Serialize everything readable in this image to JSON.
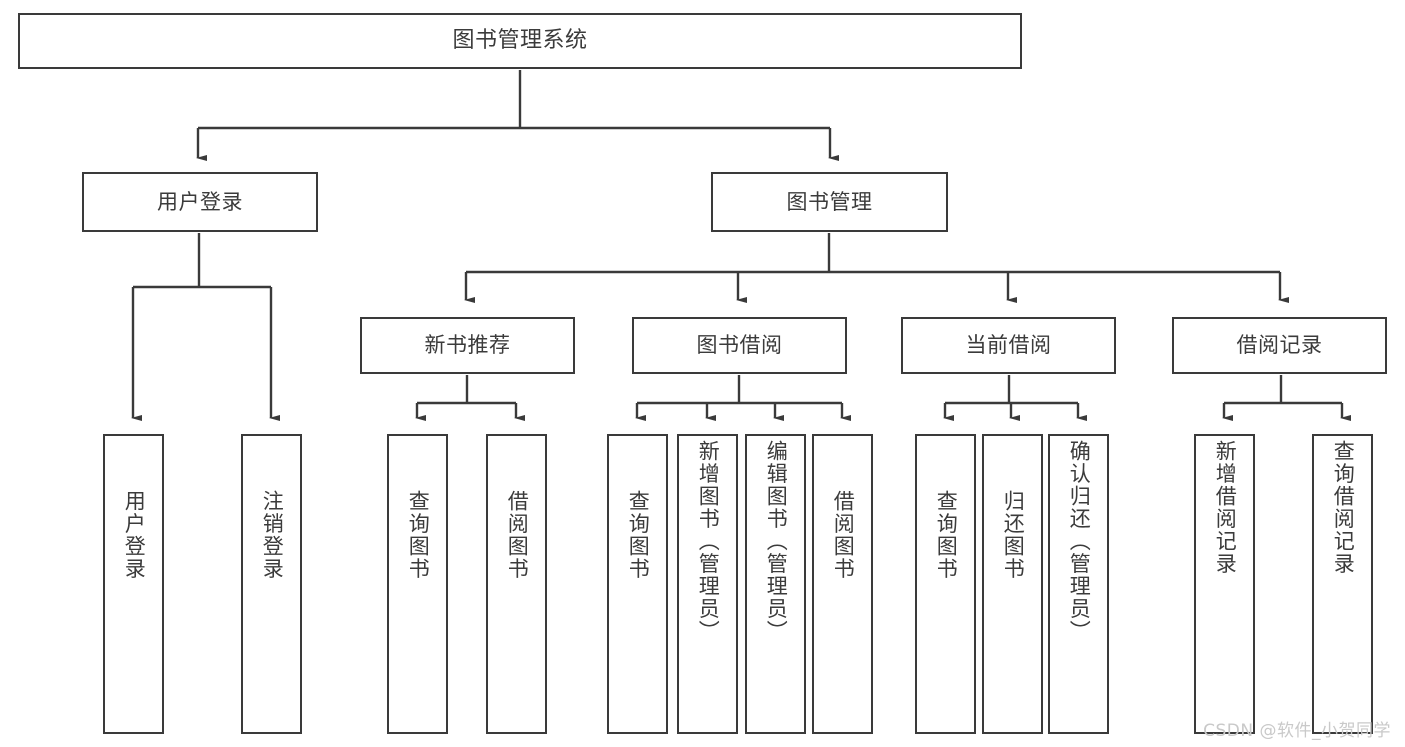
{
  "diagram": {
    "title": "图书管理系统",
    "type": "function-structure-tree",
    "colors": {
      "background": "#ffffff",
      "node_border": "#3a3a3a",
      "node_fill": "#ffffff",
      "text": "#3b3b3b",
      "edge": "#3a3a3a",
      "watermark": "#c9c9c9"
    },
    "watermark": "CSDN @软件_小贺同学",
    "nodes": {
      "root": {
        "label": "图书管理系统"
      },
      "level1": [
        {
          "id": "user-login",
          "label": "用户登录"
        },
        {
          "id": "book-manage",
          "label": "图书管理"
        }
      ],
      "level2": [
        {
          "id": "new-book-recommend",
          "label": "新书推荐"
        },
        {
          "id": "book-borrow",
          "label": "图书借阅"
        },
        {
          "id": "current-borrow",
          "label": "当前借阅"
        },
        {
          "id": "borrow-record",
          "label": "借阅记录"
        }
      ],
      "leaves": {
        "user_login": [
          {
            "id": "leaf-user-login",
            "label": "用户登录"
          },
          {
            "id": "leaf-logout-login",
            "label": "注销登录"
          }
        ],
        "new_book_recommend": [
          {
            "id": "leaf-query-book-1",
            "label": "查询图书"
          },
          {
            "id": "leaf-borrow-book-1",
            "label": "借阅图书"
          }
        ],
        "book_borrow": [
          {
            "id": "leaf-query-book-2",
            "label": "查询图书"
          },
          {
            "id": "leaf-add-book",
            "label": "新增图书（管理员）"
          },
          {
            "id": "leaf-edit-book",
            "label": "编辑图书（管理员）"
          },
          {
            "id": "leaf-borrow-book-2",
            "label": "借阅图书"
          }
        ],
        "current_borrow": [
          {
            "id": "leaf-query-book-3",
            "label": "查询图书"
          },
          {
            "id": "leaf-return-book",
            "label": "归还图书"
          },
          {
            "id": "leaf-confirm-return",
            "label": "确认归还（管理员）"
          }
        ],
        "borrow_record": [
          {
            "id": "leaf-add-record",
            "label": "新增借阅记录"
          },
          {
            "id": "leaf-query-record",
            "label": "查询借阅记录"
          }
        ]
      }
    }
  }
}
